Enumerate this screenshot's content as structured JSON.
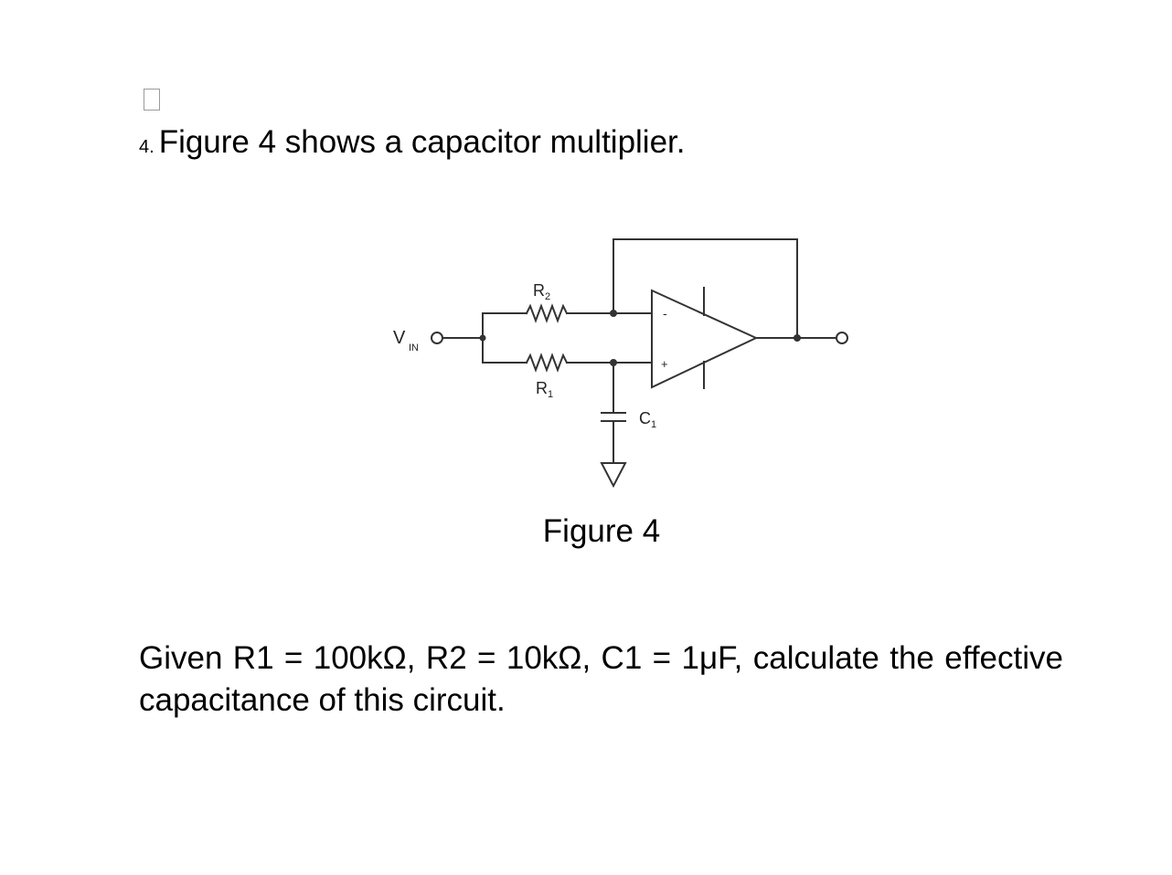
{
  "question": {
    "number": "4.",
    "title": "Figure 4 shows a capacitor multiplier."
  },
  "circuit_labels": {
    "vin_main": "V",
    "vin_sub": "IN",
    "r2_main": "R",
    "r2_sub": "2",
    "r1_main": "R",
    "r1_sub": "1",
    "c1_main": "C",
    "c1_sub": "1",
    "inverting_sign": "-",
    "noninverting_sign": "+"
  },
  "figure_caption": "Figure 4",
  "given_text": "Given R1 = 100kΩ, R2 = 10kΩ, C1 = 1μF, calculate the effective capacitance of this circuit."
}
